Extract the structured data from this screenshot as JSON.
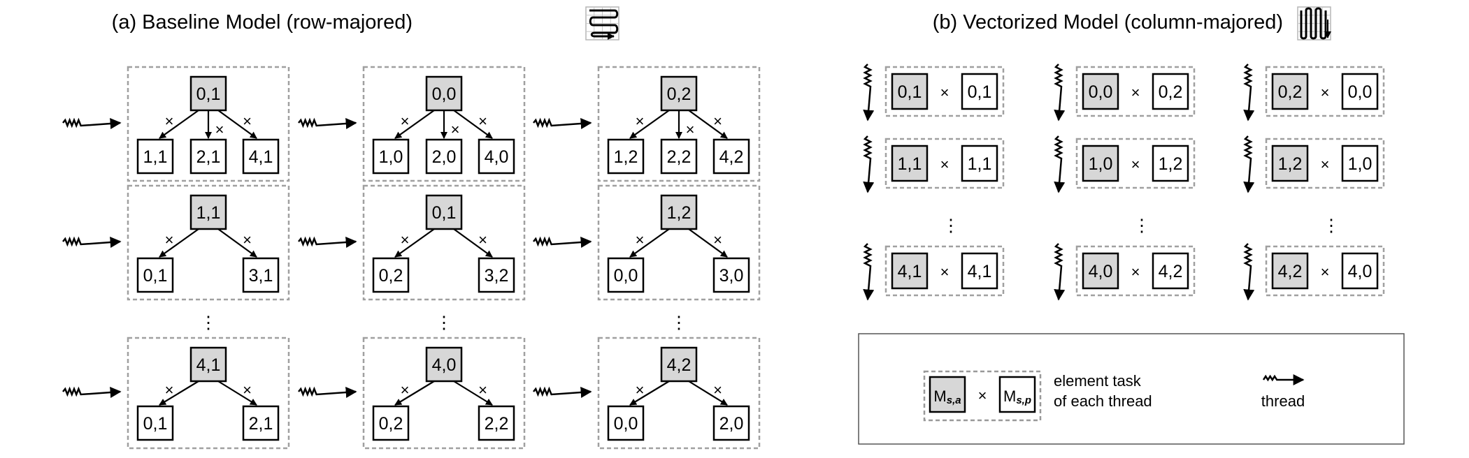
{
  "title_a": "(a) Baseline Model (row-majored)",
  "title_b": "(b) Vectorized Model (column-majored)",
  "times": "×",
  "ellipsis": "⋮",
  "colors": {
    "gray_fill": "#d7d7d7",
    "white_fill": "#ffffff",
    "stroke": "#000000",
    "dashed": "#a0a0a0"
  },
  "baseline": {
    "columns": [
      {
        "rows": [
          {
            "root": "0,1",
            "children": [
              "1,1",
              "2,1",
              "4,1"
            ]
          },
          {
            "root": "1,1",
            "children": [
              "0,1",
              "3,1"
            ]
          },
          {
            "root": "4,1",
            "children": [
              "0,1",
              "2,1"
            ]
          }
        ]
      },
      {
        "rows": [
          {
            "root": "0,0",
            "children": [
              "1,0",
              "2,0",
              "4,0"
            ]
          },
          {
            "root": "0,1",
            "children": [
              "0,2",
              "3,2"
            ]
          },
          {
            "root": "4,0",
            "children": [
              "0,2",
              "2,2"
            ]
          }
        ]
      },
      {
        "rows": [
          {
            "root": "0,2",
            "children": [
              "1,2",
              "2,2",
              "4,2"
            ]
          },
          {
            "root": "1,2",
            "children": [
              "0,0",
              "3,0"
            ]
          },
          {
            "root": "4,2",
            "children": [
              "0,0",
              "2,0"
            ]
          }
        ]
      }
    ]
  },
  "vectorized": {
    "columns": [
      {
        "rows": [
          [
            "0,1",
            "0,1"
          ],
          [
            "1,1",
            "1,1"
          ],
          [
            "4,1",
            "4,1"
          ]
        ]
      },
      {
        "rows": [
          [
            "0,0",
            "0,2"
          ],
          [
            "1,0",
            "1,2"
          ],
          [
            "4,0",
            "4,2"
          ]
        ]
      },
      {
        "rows": [
          [
            "0,2",
            "0,0"
          ],
          [
            "1,2",
            "1,0"
          ],
          [
            "4,2",
            "4,0"
          ]
        ]
      }
    ]
  },
  "legend": {
    "m_left": "M",
    "sub_left": "s,a",
    "m_right": "M",
    "sub_right": "s,p",
    "element_task_line1": "element task",
    "element_task_line2": "of each thread",
    "thread_label": "thread"
  }
}
